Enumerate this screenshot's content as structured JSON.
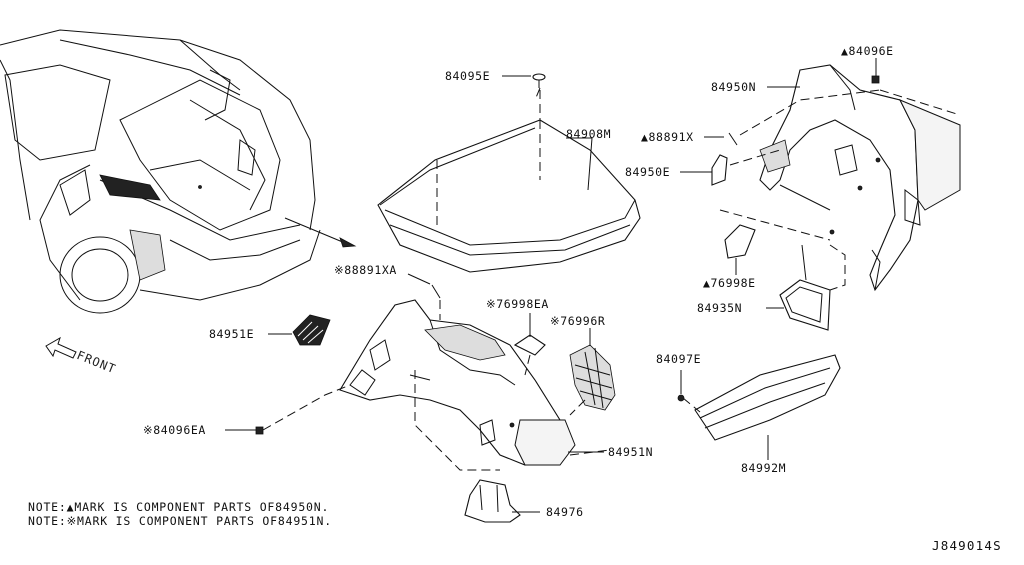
{
  "diagram": {
    "ref_code": "J849014S",
    "front_label": "FRONT",
    "notes": [
      "NOTE:▲MARK IS COMPONENT PARTS OF84950N.",
      "NOTE:※MARK IS COMPONENT PARTS OF84951N."
    ],
    "parts": {
      "p84095E": "84095E",
      "p84908M": "84908M",
      "p88891X": "▲88891X",
      "p84950E": "84950E",
      "p84950N": "84950N",
      "p84096E": "▲84096E",
      "p76998E": "▲76998E",
      "p84935N": "84935N",
      "p88891XA": "※88891XA",
      "p76998EA": "※76998EA",
      "p76996R": "※76996R",
      "p84951E": "84951E",
      "p84096EA": "※84096EA",
      "p84951N": "84951N",
      "p84976": "84976",
      "p84097E": "84097E",
      "p84992M": "84992M"
    }
  }
}
